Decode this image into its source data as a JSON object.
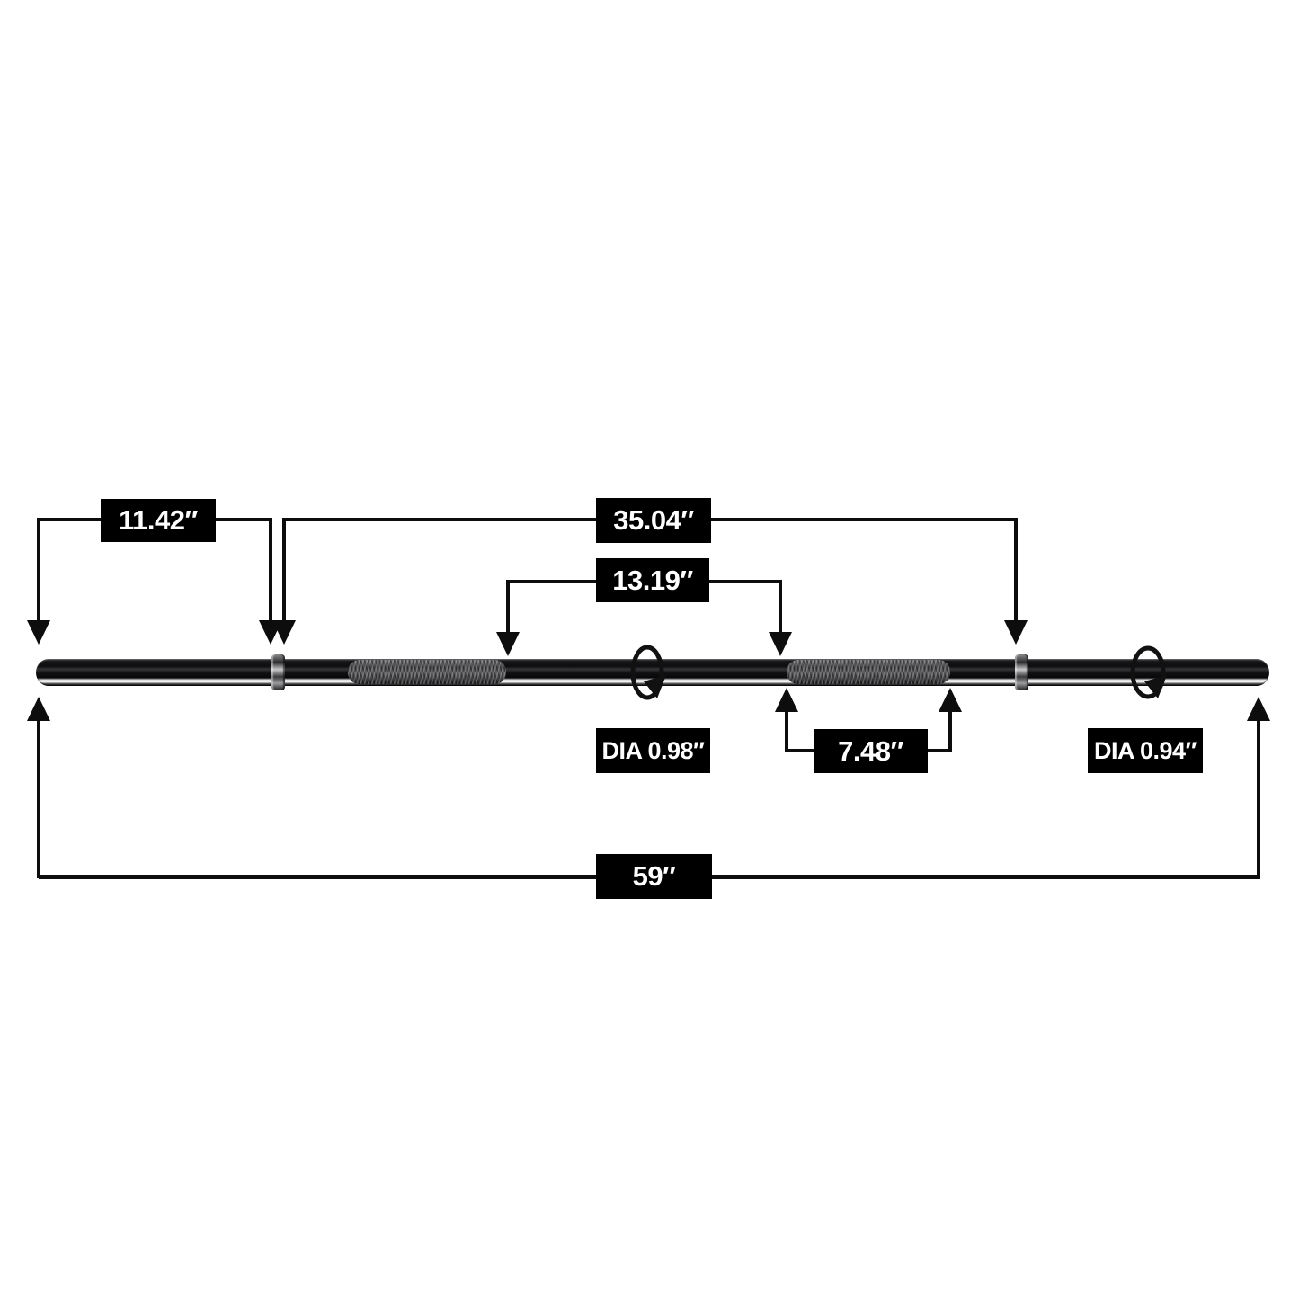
{
  "diagram": {
    "kind": "barbell-bar-dimension-diagram",
    "background": "#ffffff",
    "line_color": "#0d0d0d",
    "label_box": {
      "bg": "#000000",
      "text_color": "#ffffff"
    },
    "measurements": {
      "left_sleeve_length": {
        "label": "11.42″",
        "value": 11.42,
        "unit": "in"
      },
      "between_collars": {
        "label": "35.04″",
        "value": 35.04,
        "unit": "in"
      },
      "center_section": {
        "label": "13.19″",
        "value": 13.19,
        "unit": "in"
      },
      "grip_knurl_length": {
        "label": "7.48″",
        "value": 7.48,
        "unit": "in"
      },
      "overall_length": {
        "label": "59″",
        "value": 59,
        "unit": "in"
      },
      "shaft_diameter": {
        "label": "DIA 0.98″",
        "value": 0.98,
        "unit": "in"
      },
      "sleeve_diameter": {
        "label": "DIA 0.94″",
        "value": 0.94,
        "unit": "in"
      }
    }
  }
}
